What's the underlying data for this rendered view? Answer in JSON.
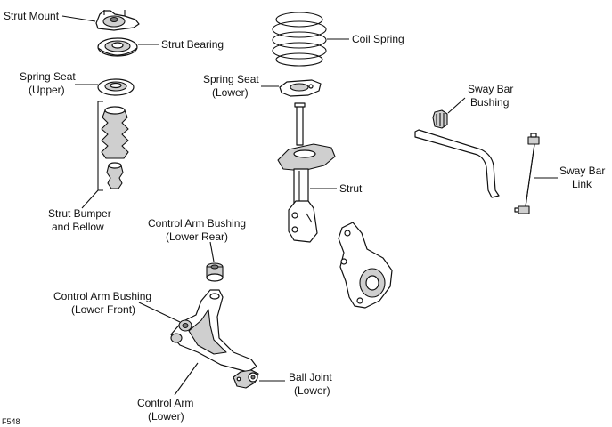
{
  "labels": {
    "strut_mount": "Strut Mount",
    "strut_bearing": "Strut Bearing",
    "spring_seat_upper_1": "Spring Seat",
    "spring_seat_upper_2": "(Upper)",
    "strut_bumper_1": "Strut Bumper",
    "strut_bumper_2": "and Bellow",
    "coil_spring": "Coil Spring",
    "spring_seat_lower_1": "Spring Seat",
    "spring_seat_lower_2": "(Lower)",
    "strut": "Strut",
    "sway_bar_bushing_1": "Sway Bar",
    "sway_bar_bushing_2": "Bushing",
    "sway_bar_link_1": "Sway Bar",
    "sway_bar_link_2": "Link",
    "ca_bushing_rear_1": "Control Arm Bushing",
    "ca_bushing_rear_2": "(Lower Rear)",
    "ca_bushing_front_1": "Control Arm Bushing",
    "ca_bushing_front_2": "(Lower Front)",
    "ball_joint_1": "Ball Joint",
    "ball_joint_2": "(Lower)",
    "control_arm_1": "Control Arm",
    "control_arm_2": "(Lower)",
    "figure_id": "F548"
  }
}
